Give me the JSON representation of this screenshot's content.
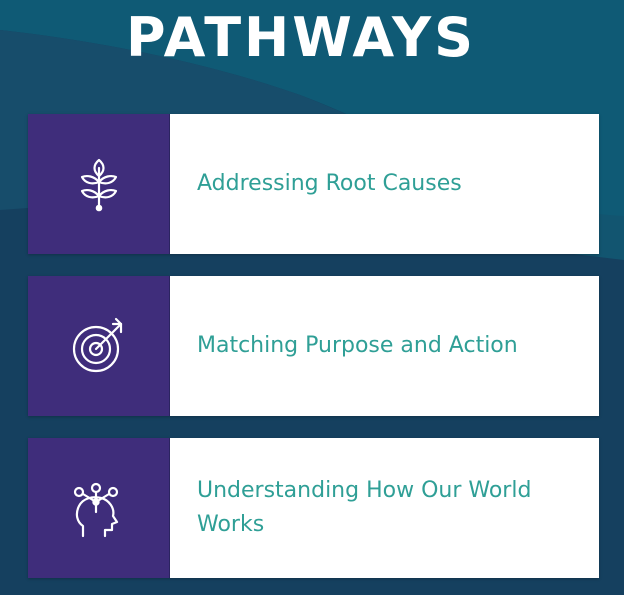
{
  "page": {
    "title": "PATHWAYS",
    "colors": {
      "background": "#15405f",
      "icon_panel": "#3f2d7b",
      "label_text": "#2f9f96",
      "card": "#ffffff"
    }
  },
  "pathways": [
    {
      "label": "Addressing Root Causes",
      "icon": "plant-sprout-icon"
    },
    {
      "label": "Matching Purpose and Action",
      "icon": "target-arrow-icon"
    },
    {
      "label": "Understanding How Our World Works",
      "icon": "head-network-icon"
    }
  ]
}
